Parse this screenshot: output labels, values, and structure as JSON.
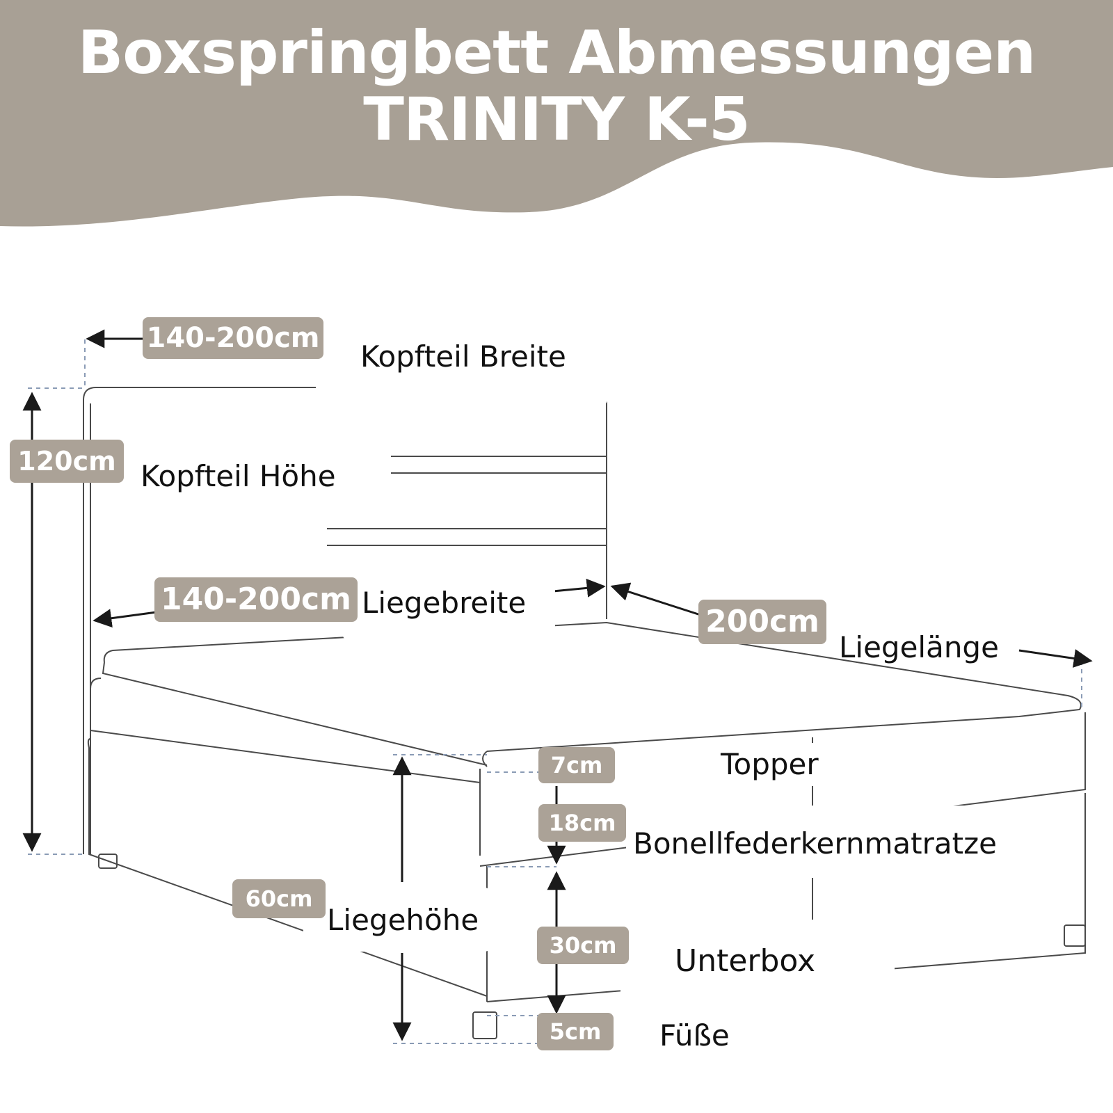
{
  "header": {
    "title_line1": "Boxspringbett Abmessungen",
    "title_line2": "TRINITY K-5",
    "banner_color": "#a8a095"
  },
  "dimensions": [
    {
      "key": "kopfteil_breite",
      "value": "140-200cm",
      "label": "Kopfteil Breite"
    },
    {
      "key": "kopfteil_hoehe",
      "value": "120cm",
      "label": "Kopfteil Höhe"
    },
    {
      "key": "liegebreite",
      "value": "140-200cm",
      "label": "Liegebreite"
    },
    {
      "key": "liegelaenge",
      "value": "200cm",
      "label": "Liegelänge"
    },
    {
      "key": "topper",
      "value": "7cm",
      "label": "Topper"
    },
    {
      "key": "matratze",
      "value": "18cm",
      "label": "Bonellfederkernmatratze"
    },
    {
      "key": "liegehoehe",
      "value": "60cm",
      "label": "Liegehöhe"
    },
    {
      "key": "unterbox",
      "value": "30cm",
      "label": "Unterbox"
    },
    {
      "key": "fuesse",
      "value": "5cm",
      "label": "Füße"
    }
  ],
  "colors": {
    "badge": "#aba297",
    "line": "#1a1a1a",
    "outline": "#4a4a4a",
    "dashed": "#8a9bb5"
  }
}
